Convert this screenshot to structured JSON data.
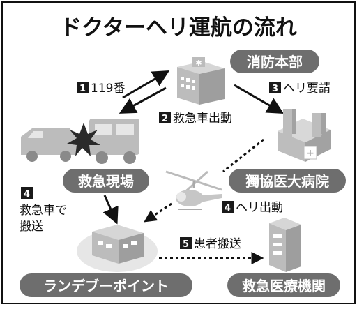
{
  "title": "ドクターヘリ運航の流れ",
  "nodes": {
    "fire_dept": {
      "label": "消防本部"
    },
    "hospital": {
      "label": "獨協医大病院"
    },
    "scene": {
      "label": "救急現場"
    },
    "rendezvous": {
      "label": "ランデブーポイント"
    },
    "medical_institution": {
      "label": "救急医療機関"
    }
  },
  "steps": [
    {
      "num": "1",
      "text": "119番"
    },
    {
      "num": "2",
      "text": "救急車出動"
    },
    {
      "num": "3",
      "text": "ヘリ要請"
    },
    {
      "num": "4",
      "text": "救急車で",
      "text2": "搬送"
    },
    {
      "num": "4",
      "text": "ヘリ出動"
    },
    {
      "num": "5",
      "text": "患者搬送"
    }
  ],
  "colors": {
    "pill": "#6e6e6e",
    "building": "#bcbcbc",
    "building_dark": "#8f8f8f",
    "ellipse": "#e6e6e6",
    "step_box": "#1a1a1a"
  }
}
